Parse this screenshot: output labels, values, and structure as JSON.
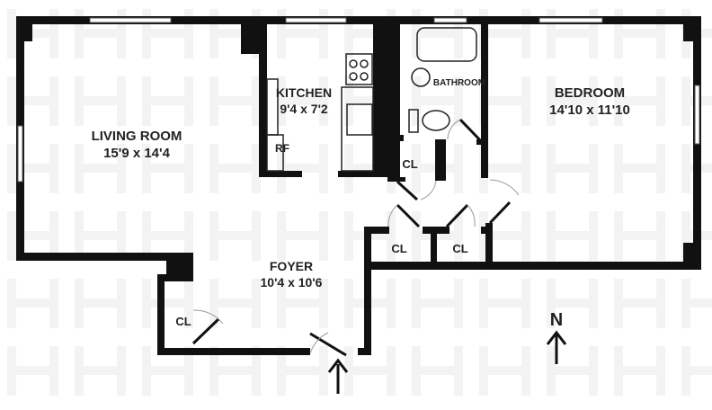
{
  "rooms": {
    "living_room": {
      "name": "LIVING ROOM",
      "size": "15'9 x 14'4"
    },
    "kitchen": {
      "name": "KITCHEN",
      "size": "9'4 x 7'2"
    },
    "refrigerator": "RF",
    "bathroom": {
      "name": "BATHROOM"
    },
    "bedroom": {
      "name": "BEDROOM",
      "size": "14'10 x 11'10"
    },
    "foyer": {
      "name": "FOYER",
      "size": "10'4 x 10'6"
    },
    "closets": [
      "CL",
      "CL",
      "CL",
      "CL"
    ]
  },
  "compass": {
    "label": "N"
  },
  "colors": {
    "wall": "#111111",
    "watermark": "#f2f2f2"
  }
}
